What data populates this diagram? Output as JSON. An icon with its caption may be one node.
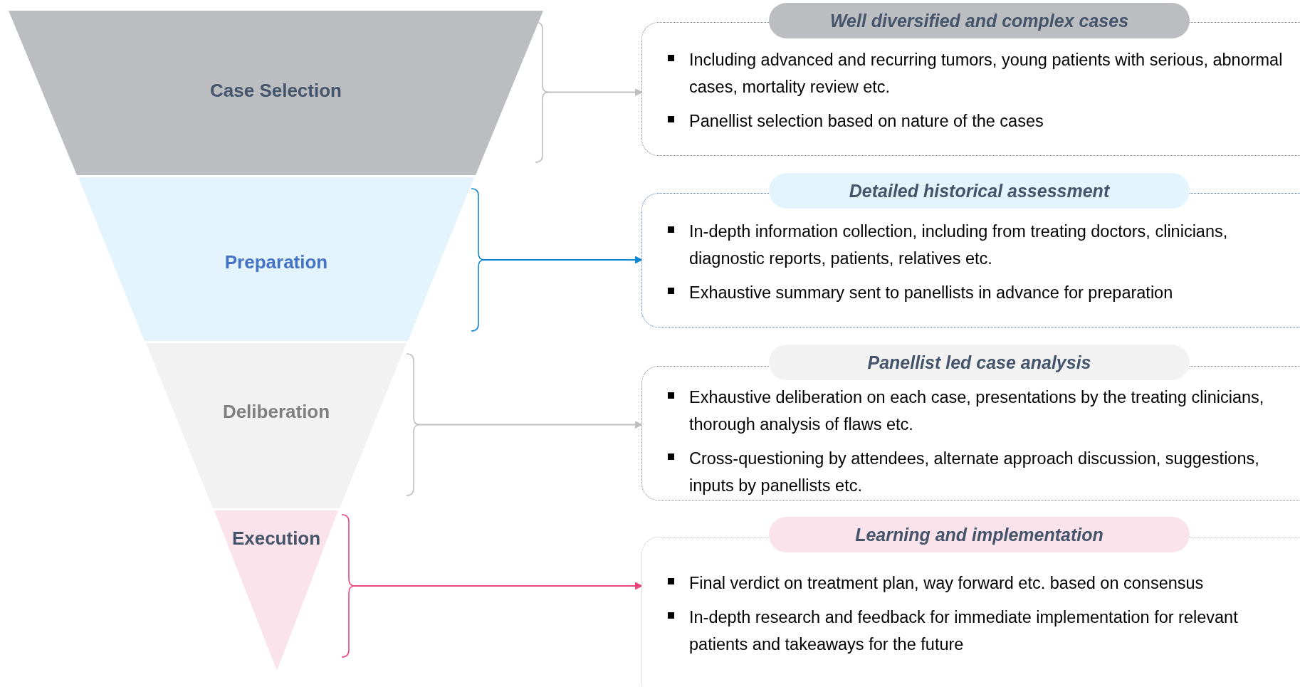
{
  "diagram": {
    "nodes": [
      {
        "text": [
          "Case Selection"
        ]
      },
      {
        "text": [
          "Preparation"
        ]
      },
      {
        "text": [
          "Deliberation"
        ]
      },
      {
        "text": [
          "Execution"
        ]
      },
      {
        "text": [
          "Well diversified and complex cases",
          "Including advanced and recurring tumors, young patients with serious, abnormal cases, mortality review etc.",
          "Panellist selection based on nature of the cases"
        ]
      },
      {
        "text": [
          "Detailed historical assessment",
          "In-depth information collection, including from treating doctors, clinicians, diagnostic reports, patients, relatives etc.",
          "Exhaustive summary sent to panellists in advance for preparation"
        ]
      },
      {
        "text": [
          "Panellist led case analysis",
          "Exhaustive deliberation on each case, presentations by the treating clinicians, thorough analysis of flaws etc.",
          "Cross-questioning by attendees, alternate approach discussion, suggestions, inputs by panellists etc."
        ]
      },
      {
        "text": [
          "Learning and implementation",
          "Final verdict on treatment plan, way forward etc. based on consensus",
          "In-depth research and feedback for immediate implementation for relevant patients and takeaways for the future"
        ]
      }
    ],
    "edges": [
      {
        "from": 0,
        "to": 4,
        "arrow": "to"
      },
      {
        "from": 1,
        "to": 5,
        "arrow": "to",
        "color": "#0f86d1"
      },
      {
        "from": 2,
        "to": 6,
        "arrow": "to"
      },
      {
        "from": 3,
        "to": 7,
        "arrow": "to",
        "color": "#e8477e"
      }
    ]
  }
}
